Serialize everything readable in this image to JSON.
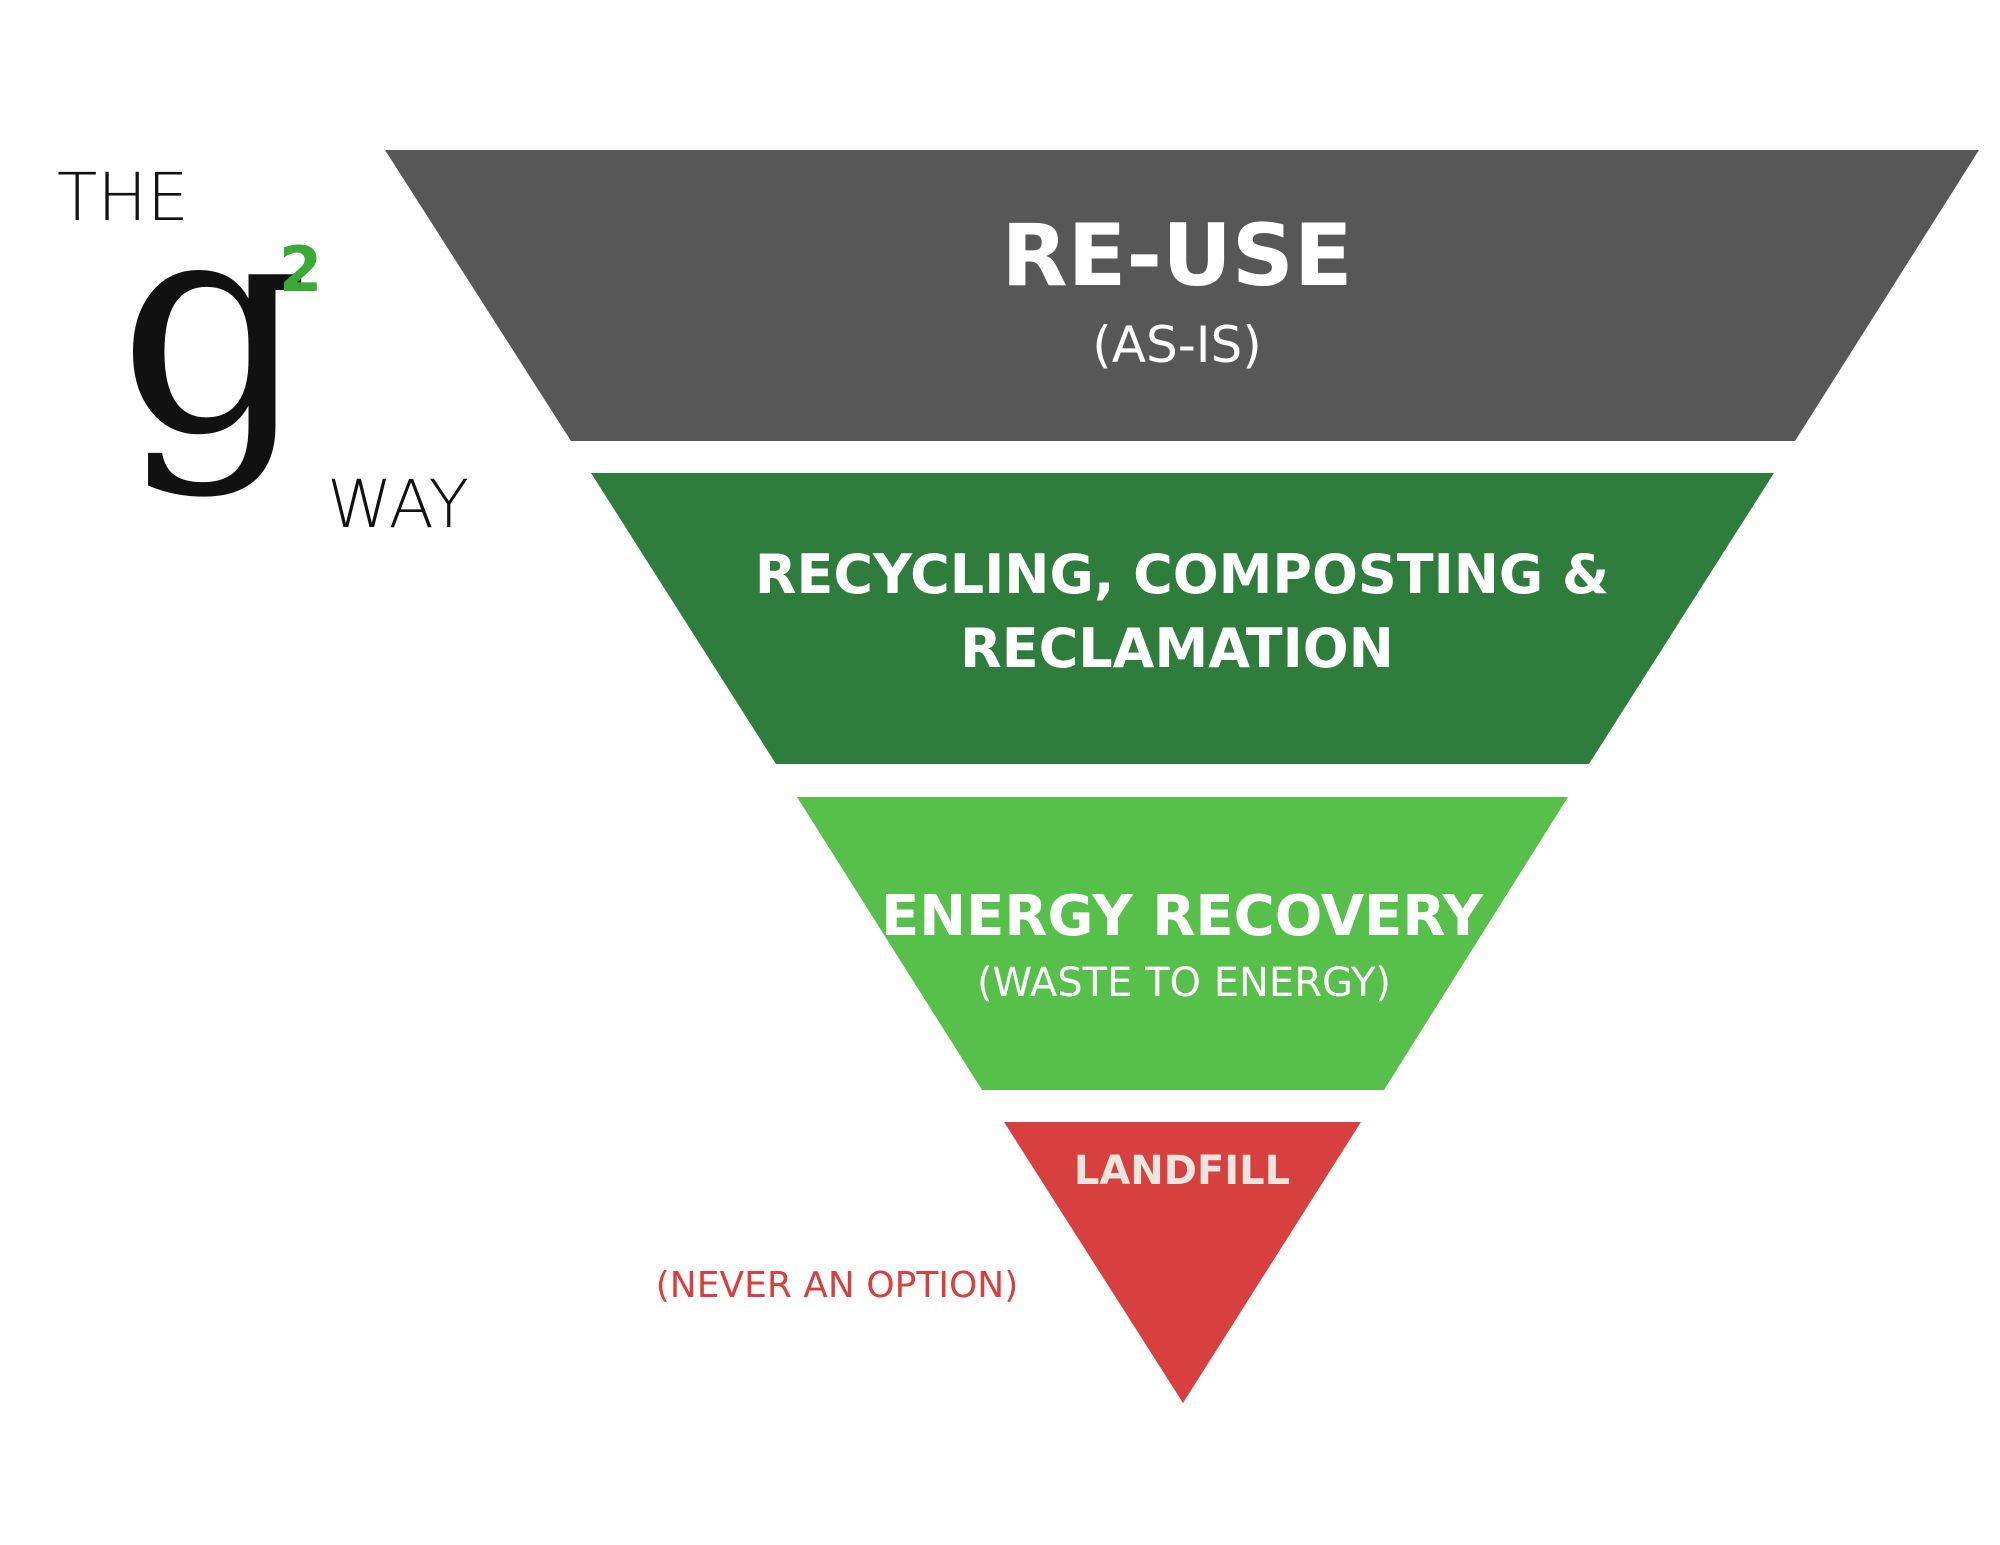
{
  "logo": {
    "the": "THE",
    "g": "g",
    "exponent": "2",
    "way": "WAY",
    "colors": {
      "text": "#111111",
      "exponent": "#3aa935"
    }
  },
  "tiers": [
    {
      "id": "reuse",
      "title": "RE-USE",
      "subtitle": "(AS-IS)",
      "color": "#575757",
      "text_color": "#ffffff"
    },
    {
      "id": "recycling",
      "title_lines": [
        "RECYCLING, COMPOSTING &",
        "RECLAMATION"
      ],
      "color": "#2e7d3c",
      "text_color": "#ffffff"
    },
    {
      "id": "energy",
      "title": "ENERGY RECOVERY",
      "subtitle": "(WASTE TO ENERGY)",
      "color": "#57c04a",
      "text_color": "#ffffff"
    },
    {
      "id": "landfill",
      "title": "LANDFILL",
      "color": "#d84040",
      "text_color": "#ece6de"
    }
  ],
  "landfill_note": {
    "text": "(NEVER AN OPTION)",
    "color": "#d84040"
  }
}
